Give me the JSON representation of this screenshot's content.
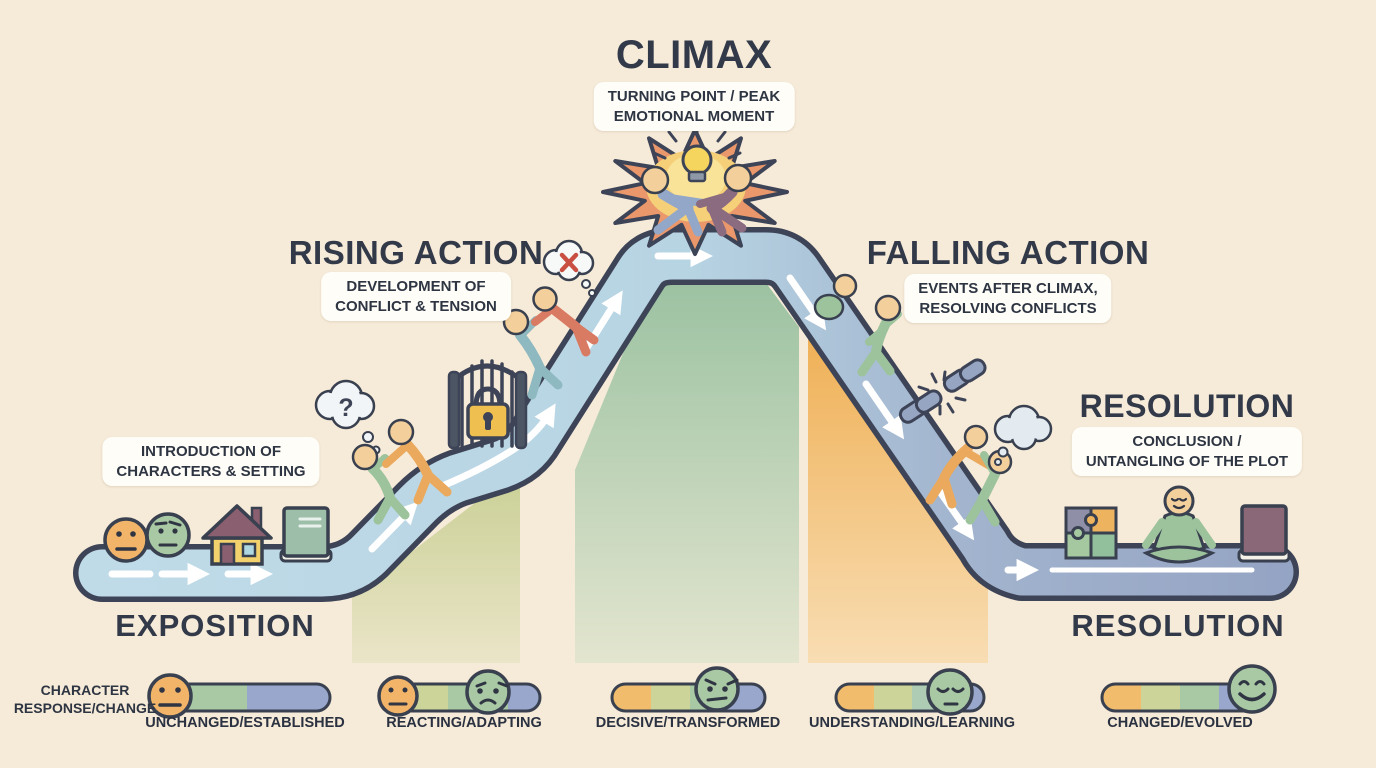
{
  "title": "Story plot structure diagram",
  "headings": {
    "climax": {
      "title": "CLIMAX",
      "subtitle_line1": "TURNING POINT / PEAK",
      "subtitle_line2": "EMOTIONAL MOMENT"
    },
    "rising": {
      "title": "RISING ACTION",
      "subtitle_line1": "DEVELOPMENT OF",
      "subtitle_line2": "CONFLICT & TENSION"
    },
    "falling": {
      "title": "FALLING ACTION",
      "subtitle_line1": "EVENTS AFTER CLIMAX,",
      "subtitle_line2": "RESOLVING CONFLICTS"
    },
    "resolution": {
      "title": "RESOLUTION",
      "subtitle_line1": "CONCLUSION /",
      "subtitle_line2": "UNTANGLING OF THE PLOT"
    }
  },
  "exposition_note": {
    "line1": "INTRODUCTION OF",
    "line2": "CHARACTERS & SETTING"
  },
  "bottom": {
    "exposition": "EXPOSITION",
    "resolution": "RESOLUTION"
  },
  "response_track": {
    "axis_line1": "CHARACTER",
    "axis_line2": "RESPONSE/CHANGE",
    "items": [
      {
        "label": "UNCHANGED/ESTABLISHED",
        "faces": [
          {
            "emotion": "neutral",
            "position_pct": 0
          }
        ]
      },
      {
        "label": "REACTING/ADAPTING",
        "faces": [
          {
            "emotion": "neutral",
            "position_pct": 0
          },
          {
            "emotion": "worried",
            "position_pct": 65
          }
        ]
      },
      {
        "label": "DECISIVE/TRANSFORMED",
        "faces": [
          {
            "emotion": "determined",
            "position_pct": 70
          }
        ]
      },
      {
        "label": "UNDERSTANDING/LEARNING",
        "faces": [
          {
            "emotion": "calm",
            "position_pct": 78
          }
        ]
      },
      {
        "label": "CHANGED/EVOLVED",
        "faces": [
          {
            "emotion": "happy",
            "position_pct": 100
          }
        ]
      }
    ]
  },
  "bubbles": {
    "question": "?"
  },
  "icon_names": [
    "neutral-face",
    "skeptical-face",
    "house",
    "green-book",
    "locked-gate",
    "padlock",
    "question-bubble",
    "conflict-bubble",
    "starburst",
    "lightbulb",
    "broken-chain",
    "thought-bubble",
    "puzzle",
    "meditating-person",
    "plum-book"
  ],
  "colors": {
    "background": "#f6ead8",
    "path_light": "#bcd8e6",
    "path_dark": "#94a3c3",
    "outline": "#3e4457",
    "band_rising": "#cdd199",
    "band_peak": "#a2c5a5",
    "band_falling": "#eeb055",
    "scale_orange": "#f2bc6d",
    "scale_yellowgreen": "#ccd49a",
    "scale_green": "#a9c9a4",
    "scale_blue": "#9aa7cd",
    "note_background": "#fffdf8",
    "text": "#323949"
  }
}
